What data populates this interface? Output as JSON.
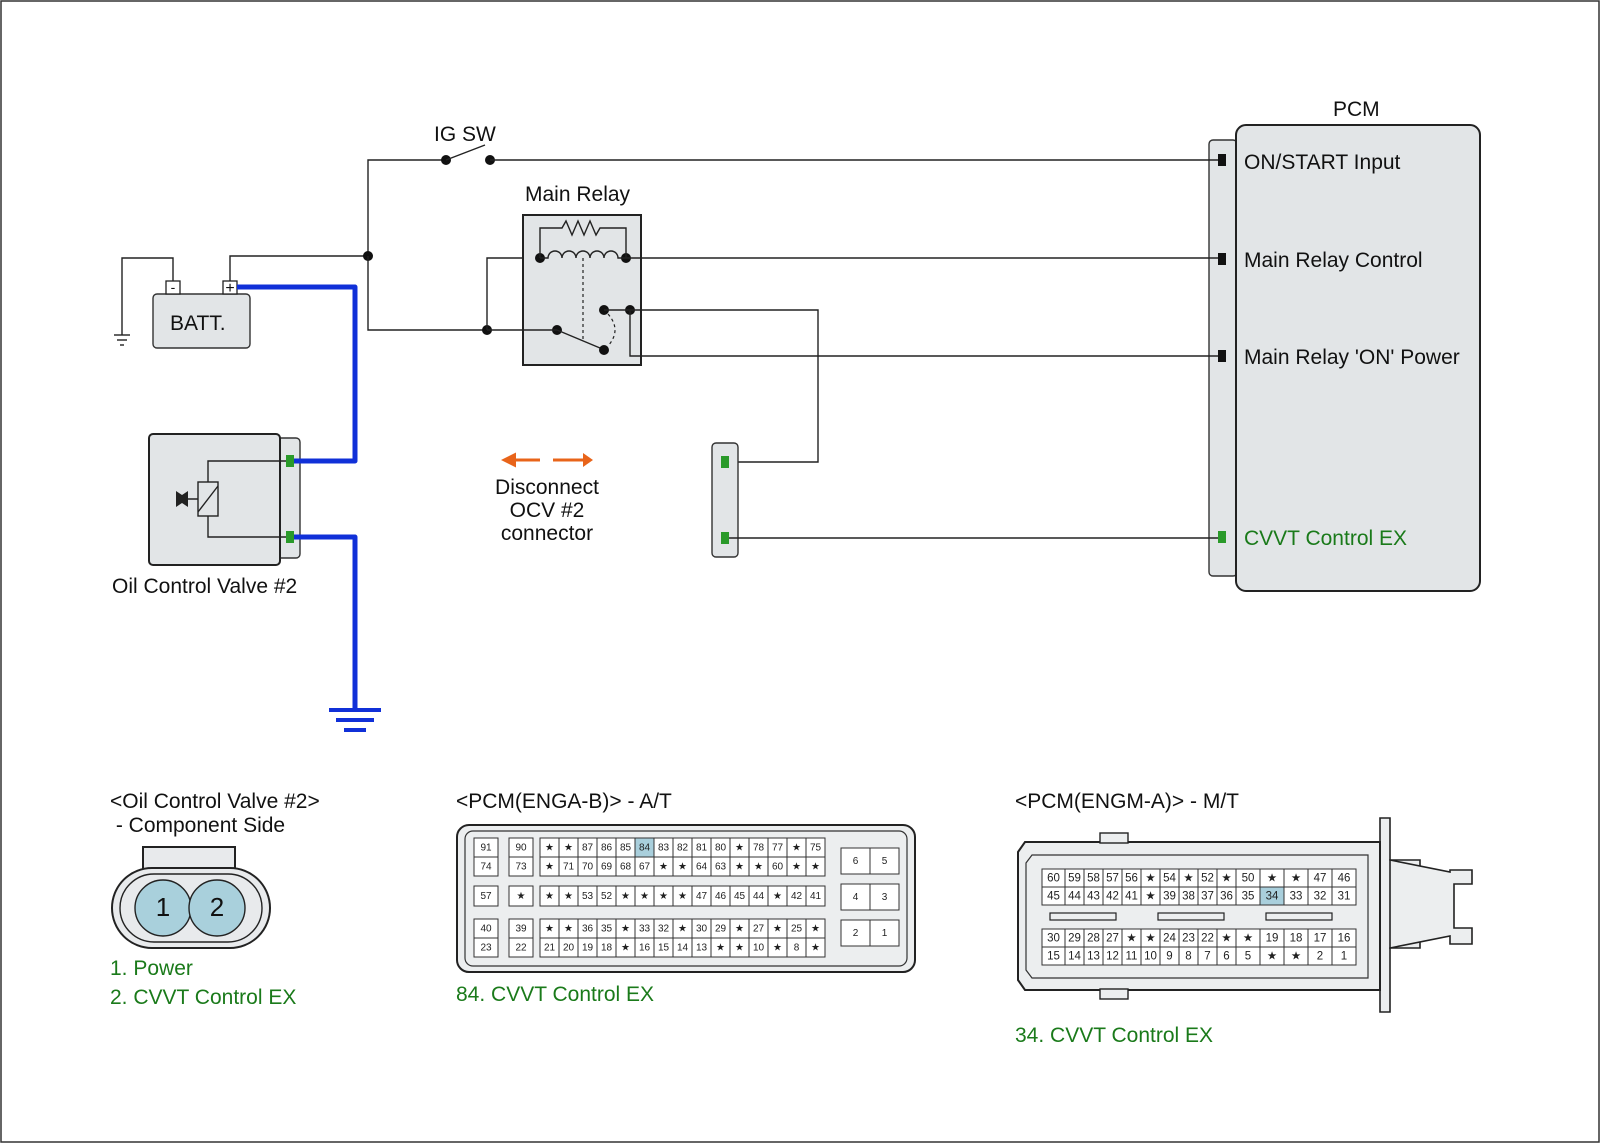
{
  "labels": {
    "pcm": "PCM",
    "ig_sw": "IG SW",
    "main_relay": "Main Relay",
    "batt": "BATT.",
    "batt_minus": "-",
    "batt_plus": "+",
    "ocv": "Oil Control Valve #2",
    "pcm_on_start": "ON/START Input",
    "pcm_main_relay_control": "Main Relay Control",
    "pcm_main_relay_on_power": "Main Relay 'ON' Power",
    "pcm_cvvt": "CVVT Control EX",
    "disconnect_1": "Disconnect",
    "disconnect_2": "OCV #2",
    "disconnect_3": "connector"
  },
  "connectors": {
    "ocv": {
      "title1": "<Oil Control Valve #2>",
      "title2": " - Component Side",
      "pin1": "1",
      "pin2": "2",
      "desc1": "1. Power",
      "desc2": "2. CVVT Control EX"
    },
    "engab": {
      "title": "<PCM(ENGA-B)> - A/T",
      "desc": "84. CVVT Control EX",
      "highlight": "84",
      "rows": [
        [
          "91",
          "",
          "90",
          "",
          "★",
          "★",
          "87",
          "86",
          "85",
          "84",
          "83",
          "82",
          "81",
          "80",
          "★",
          "78",
          "77",
          "★",
          "75"
        ],
        [
          "74",
          "",
          "73",
          "",
          "★",
          "71",
          "70",
          "69",
          "68",
          "67",
          "★",
          "★",
          "64",
          "63",
          "★",
          "★",
          "60",
          "★",
          "★"
        ],
        [
          "57",
          "",
          "★",
          "",
          "★",
          "★",
          "53",
          "52",
          "★",
          "★",
          "★",
          "★",
          "47",
          "46",
          "45",
          "44",
          "★",
          "42",
          "41"
        ],
        [
          "40",
          "",
          "39",
          "",
          "★",
          "★",
          "36",
          "35",
          "★",
          "33",
          "32",
          "★",
          "30",
          "29",
          "★",
          "27",
          "★",
          "25",
          "★"
        ],
        [
          "23",
          "",
          "22",
          "",
          "21",
          "20",
          "19",
          "18",
          "★",
          "16",
          "15",
          "14",
          "13",
          "★",
          "★",
          "10",
          "★",
          "8",
          "★"
        ]
      ],
      "right_pairs": [
        [
          "6",
          "5"
        ],
        [
          "4",
          "3"
        ],
        [
          "2",
          "1"
        ]
      ]
    },
    "engma": {
      "title": "<PCM(ENGM-A)> - M/T",
      "desc": "34. CVVT Control EX",
      "highlight": "34",
      "rows": [
        [
          "60",
          "59",
          "58",
          "57",
          "56",
          "★",
          "54",
          "★",
          "52",
          "★",
          "50",
          "★",
          "★",
          "47",
          "46"
        ],
        [
          "45",
          "44",
          "43",
          "42",
          "41",
          "★",
          "39",
          "38",
          "37",
          "36",
          "35",
          "34",
          "33",
          "32",
          "31"
        ],
        [
          "30",
          "29",
          "28",
          "27",
          "★",
          "★",
          "24",
          "23",
          "22",
          "★",
          "★",
          "19",
          "18",
          "17",
          "16"
        ],
        [
          "15",
          "14",
          "13",
          "12",
          "11",
          "10",
          "9",
          "8",
          "7",
          "6",
          "5",
          "★",
          "★",
          "2",
          "1"
        ]
      ]
    }
  },
  "colors": {
    "wire": "#222222",
    "highlight_wire": "#1030d8",
    "green_label": "#1a7a1a",
    "terminal_green": "#2a9a2a",
    "arrow_orange": "#e8641a",
    "body_gray": "#e2e5e7",
    "pin_highlight": "#a9cfdc",
    "ocv_pin_fill": "#a9d0dc"
  }
}
